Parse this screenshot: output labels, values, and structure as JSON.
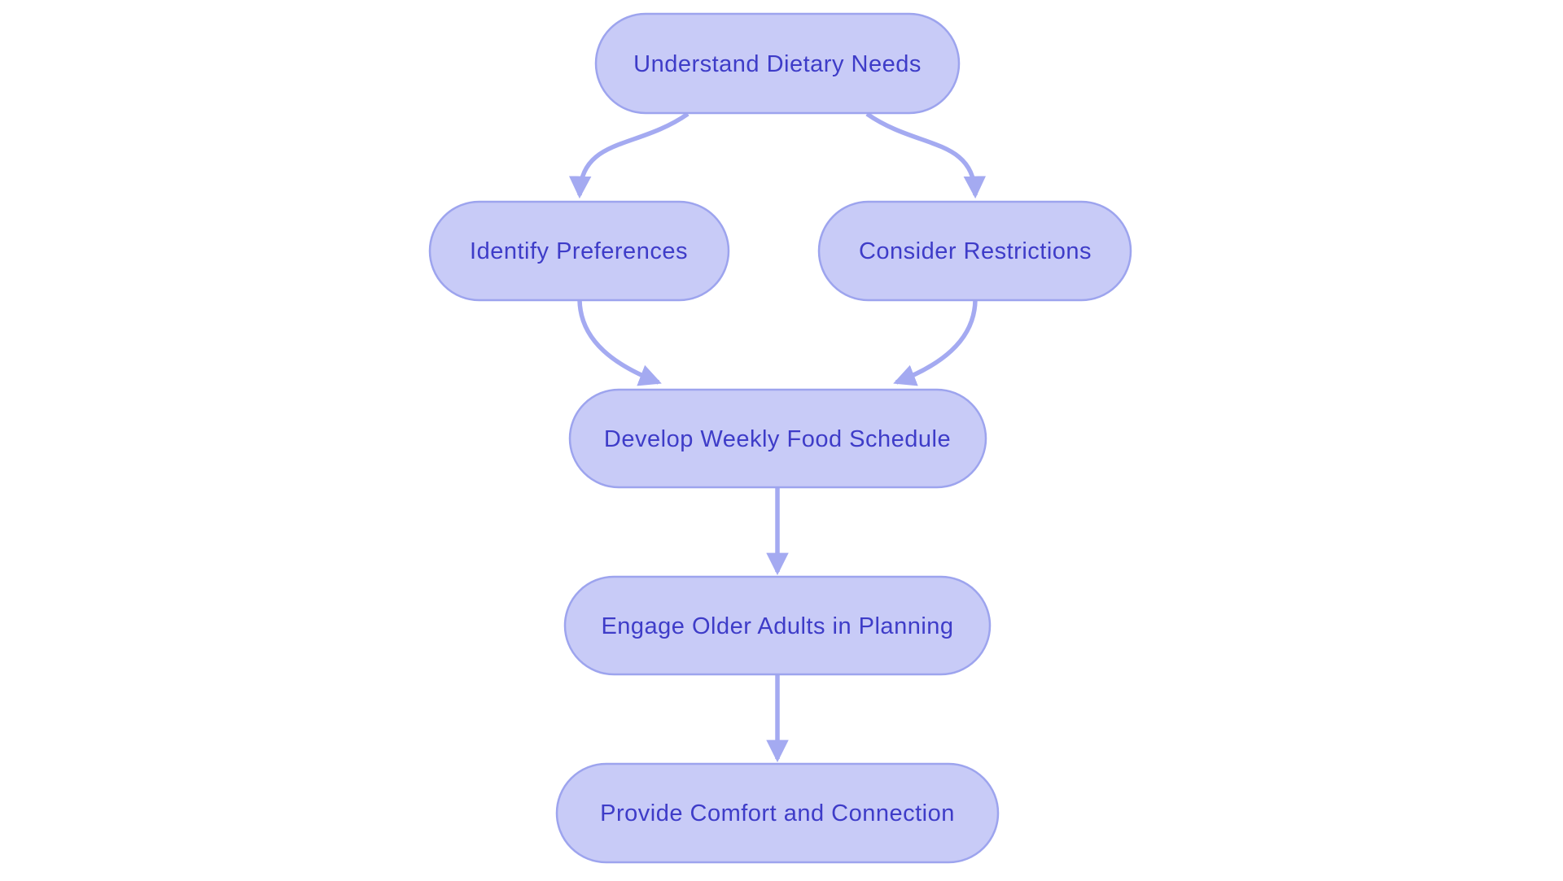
{
  "colors": {
    "background": "#ffffff",
    "node_fill": "#c8cbf7",
    "node_border": "#9da4ee",
    "edge_stroke": "#a4aaf1",
    "label_text": "#3e3cc8"
  },
  "diagram": {
    "type": "flowchart",
    "direction": "top-down",
    "nodes": [
      {
        "id": "understand",
        "label": "Understand Dietary Needs"
      },
      {
        "id": "identify",
        "label": "Identify Preferences"
      },
      {
        "id": "consider",
        "label": "Consider Restrictions"
      },
      {
        "id": "develop",
        "label": "Develop Weekly Food Schedule"
      },
      {
        "id": "engage",
        "label": "Engage Older Adults in Planning"
      },
      {
        "id": "provide",
        "label": "Provide Comfort and Connection"
      }
    ],
    "edges": [
      {
        "from": "understand",
        "to": "identify"
      },
      {
        "from": "understand",
        "to": "consider"
      },
      {
        "from": "identify",
        "to": "develop"
      },
      {
        "from": "consider",
        "to": "develop"
      },
      {
        "from": "develop",
        "to": "engage"
      },
      {
        "from": "engage",
        "to": "provide"
      }
    ]
  }
}
